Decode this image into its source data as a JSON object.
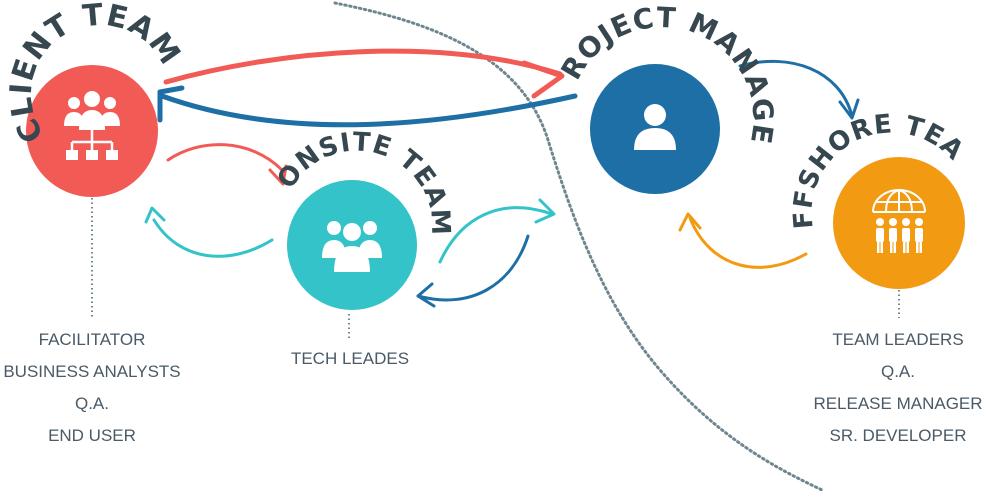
{
  "colors": {
    "client": "#f25a55",
    "onsite": "#33c3c8",
    "manager": "#1e6fa6",
    "offshore": "#f29a12",
    "title": "#37474f",
    "roles": "#4a5a66",
    "divider": "#6f8690"
  },
  "teams": {
    "client": {
      "title": "CLIENT TEAM",
      "icon": "org-chart-people-icon",
      "roles": [
        "FACILITATOR",
        "BUSINESS ANALYSTS",
        "Q.A.",
        "END USER"
      ]
    },
    "onsite": {
      "title": "ONSITE TEAM",
      "icon": "team-group-icon",
      "roles": [
        "TECH LEADES"
      ]
    },
    "manager": {
      "title": "PROJECT MANAGER",
      "icon": "person-icon",
      "roles": []
    },
    "offshore": {
      "title": "OFFSHORE TEAM",
      "icon": "globe-people-icon",
      "roles": [
        "TEAM LEADERS",
        "Q.A.",
        "RELEASE MANAGER",
        "SR. DEVELOPER"
      ]
    }
  }
}
